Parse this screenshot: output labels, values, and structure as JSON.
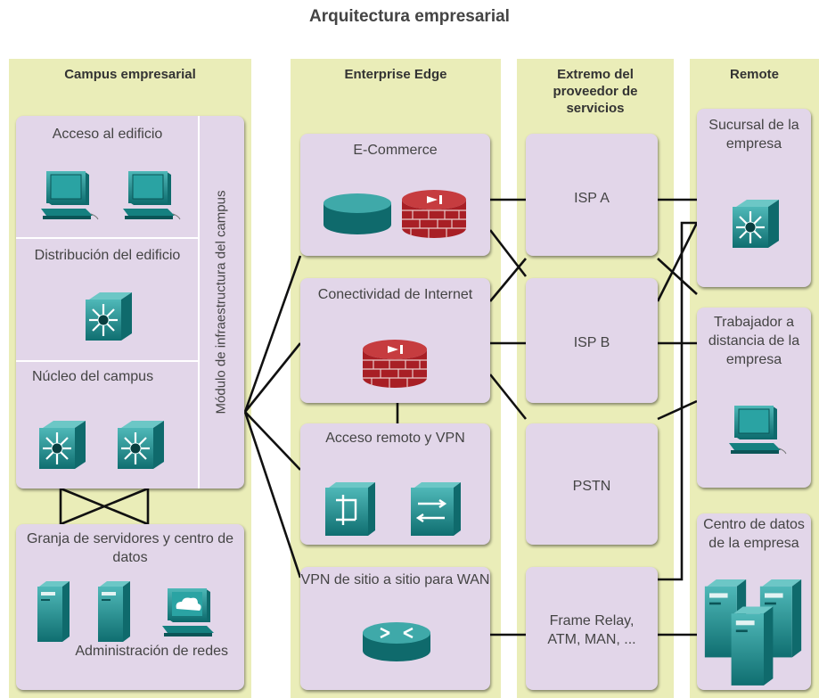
{
  "title": "Arquitectura empresarial",
  "columns": {
    "campus": "Campus empresarial",
    "edge": "Enterprise Edge",
    "sp": "Extremo del proveedor de servicios",
    "remote": "Remote"
  },
  "campus": {
    "access": "Acceso al edificio",
    "distribution": "Distribución del edificio",
    "core": "Núcleo del campus",
    "infra_module": "Módulo de infraestructura del campus",
    "server_farm": "Granja de servidores y centro de datos",
    "net_mgmt": "Administración de redes"
  },
  "edge": {
    "ecommerce": "E-Commerce",
    "internet": "Conectividad de Internet",
    "remote_vpn": "Acceso remoto y VPN",
    "wan_vpn": "VPN de sitio a sitio para WAN"
  },
  "sp": {
    "isp_a": "ISP A",
    "isp_b": "ISP B",
    "pstn": "PSTN",
    "frame_relay": "Frame Relay, ATM, MAN, ..."
  },
  "remote": {
    "branch": "Sucursal de la empresa",
    "teleworker": "Trabajador a distancia de la empresa",
    "datacenter": "Centro de datos de la empresa"
  },
  "colors": {
    "column_bg": "#eaedb8",
    "box_bg": "#e2d6e9",
    "device_teal": "#1a8a8a",
    "firewall_red": "#b8262c"
  }
}
